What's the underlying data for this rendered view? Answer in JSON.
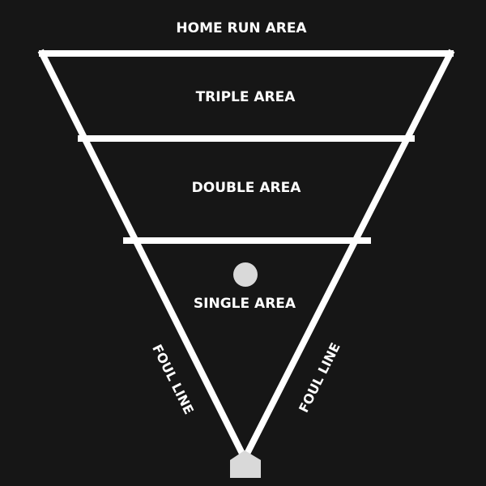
{
  "zones": {
    "home_run": "HOME RUN AREA",
    "triple": "TRIPLE AREA",
    "double": "DOUBLE AREA",
    "single": "SINGLE AREA"
  },
  "foul_lines": {
    "left": "FOUL LINE",
    "right": "FOUL LINE"
  },
  "colors": {
    "background": "#161616",
    "lines": "#ffffff",
    "ball": "#d9d9d9",
    "home_plate": "#d9d9d9"
  }
}
